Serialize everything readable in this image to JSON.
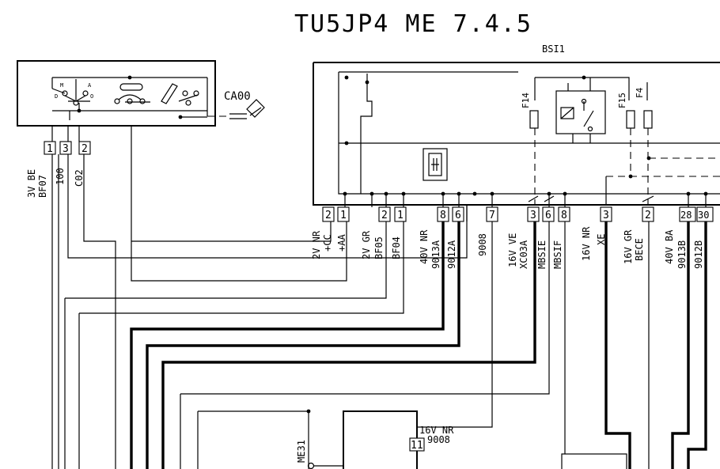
{
  "title": "TU5JP4 ME 7.4.5",
  "bsi_label": "BSI1",
  "ignition_label": "CA00",
  "me_label": "ME31",
  "fuses": [
    "F14",
    "F15",
    "F4"
  ],
  "ignition_pins": [
    "1",
    "3",
    "2"
  ],
  "ignition_wires": [
    {
      "spec": "3V BE",
      "name": "BF07"
    },
    {
      "name": "100"
    },
    {
      "name": "C02"
    }
  ],
  "bsi_pins": [
    "2",
    "1",
    "2",
    "1",
    "8",
    "6",
    "7",
    "3",
    "6",
    "8",
    "3",
    "2",
    "28",
    "30"
  ],
  "bsi_wires": [
    {
      "spec": "2V NR",
      "name": "+CC"
    },
    {
      "name": "+AA"
    },
    {
      "spec": "2V GR",
      "name": "BF05"
    },
    {
      "name": "BF04"
    },
    {
      "spec": "40V NR",
      "name": "9013A"
    },
    {
      "name": "9012A"
    },
    {
      "name": "9008"
    },
    {
      "spec": "16V VE",
      "name": "XC03A"
    },
    {
      "name": "MBSIE"
    },
    {
      "name": "MBSIF"
    },
    {
      "spec": "16V NR",
      "name": "XE"
    },
    {
      "spec": "16V GR",
      "name": "BECE"
    },
    {
      "spec": "40V BA",
      "name": "9013B"
    },
    {
      "name": "9012B"
    }
  ],
  "me_pin": "11",
  "me_wire": {
    "spec": "16V NR",
    "name": "9008"
  }
}
